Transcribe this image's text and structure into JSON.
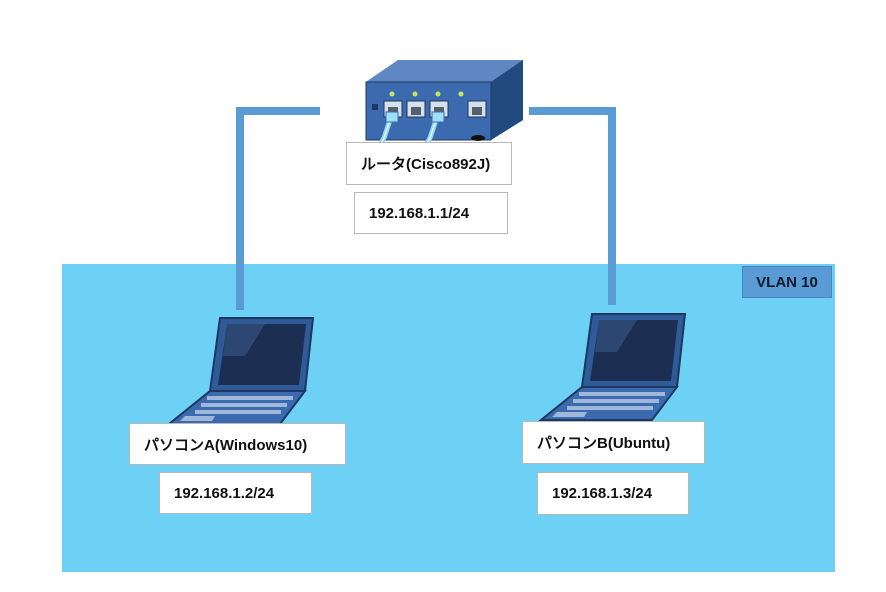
{
  "network": {
    "vlan_label": "VLAN 10",
    "router": {
      "name": "ルータ(Cisco892J)",
      "ip": "192.168.1.1/24"
    },
    "pc_a": {
      "name": "パソコンA(Windows10)",
      "ip": "192.168.1.2/24"
    },
    "pc_b": {
      "name": "パソコンB(Ubuntu)",
      "ip": "192.168.1.3/24"
    }
  },
  "colors": {
    "vlan_fill": "#6dd1f5",
    "link": "#5b9bd5",
    "device_body": "#2f5c99",
    "laptop_screen": "#1c2f52"
  }
}
